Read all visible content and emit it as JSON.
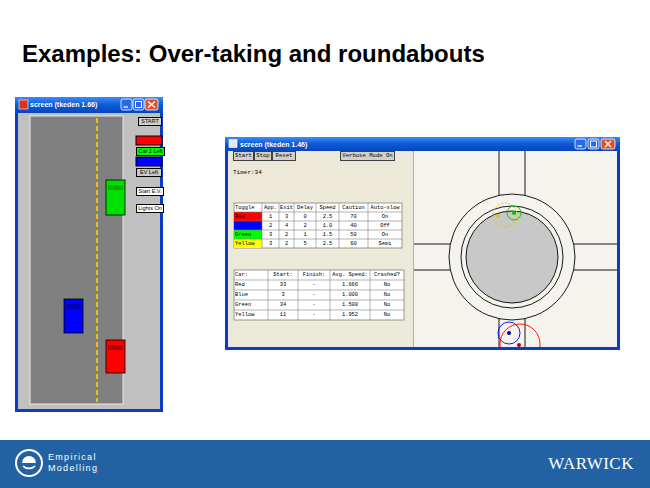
{
  "diagram": {
    "title": "Examples: Over-taking and roundabouts",
    "nodes": [
      {
        "text": [
          "screen (tkeden 1.66)"
        ]
      },
      {
        "text": [
          "START"
        ],
        "in": 0
      },
      {
        "text": [
          "Car 2 Left"
        ],
        "in": 0
      },
      {
        "text": [
          "EV Left"
        ],
        "in": 0
      },
      {
        "text": [
          "Start E.V."
        ],
        "in": 0
      },
      {
        "text": [
          "Lights On"
        ],
        "in": 0
      },
      {
        "text": [
          "screen (tkeden 1.46)"
        ]
      },
      {
        "text": [
          "Start"
        ],
        "in": 6
      },
      {
        "text": [
          "Stop"
        ],
        "in": 6
      },
      {
        "text": [
          "Reset"
        ],
        "in": 6
      },
      {
        "text": [
          "Verbose Mode On"
        ],
        "in": 6
      },
      {
        "text": [
          "Empirical Modelling",
          "WARWICK"
        ]
      }
    ],
    "labels": [
      "Timer:34",
      "Toggle",
      "App.",
      "Exit",
      "Delay",
      "Speed",
      "Caution",
      "Auto-slow",
      "Red",
      "1",
      "3",
      "0",
      "2.5",
      "70",
      "On",
      "2",
      "4",
      "2",
      "1.0",
      "40",
      "Off",
      "Green",
      "3",
      "2",
      "1",
      "1.5",
      "50",
      "On",
      "Yellow",
      "3",
      "2",
      "5",
      "2.5",
      "60",
      "Semi",
      "Car:",
      "Start:",
      "Finish:",
      "Avg. Speed:",
      "Crashed?",
      "Red",
      "33",
      "-",
      "1.666",
      "No",
      "Blue",
      "3",
      "-",
      "1.000",
      "No",
      "Green",
      "34",
      "-",
      "1.500",
      "No",
      "Yellow",
      "11",
      "-",
      "1.952",
      "No"
    ]
  }
}
